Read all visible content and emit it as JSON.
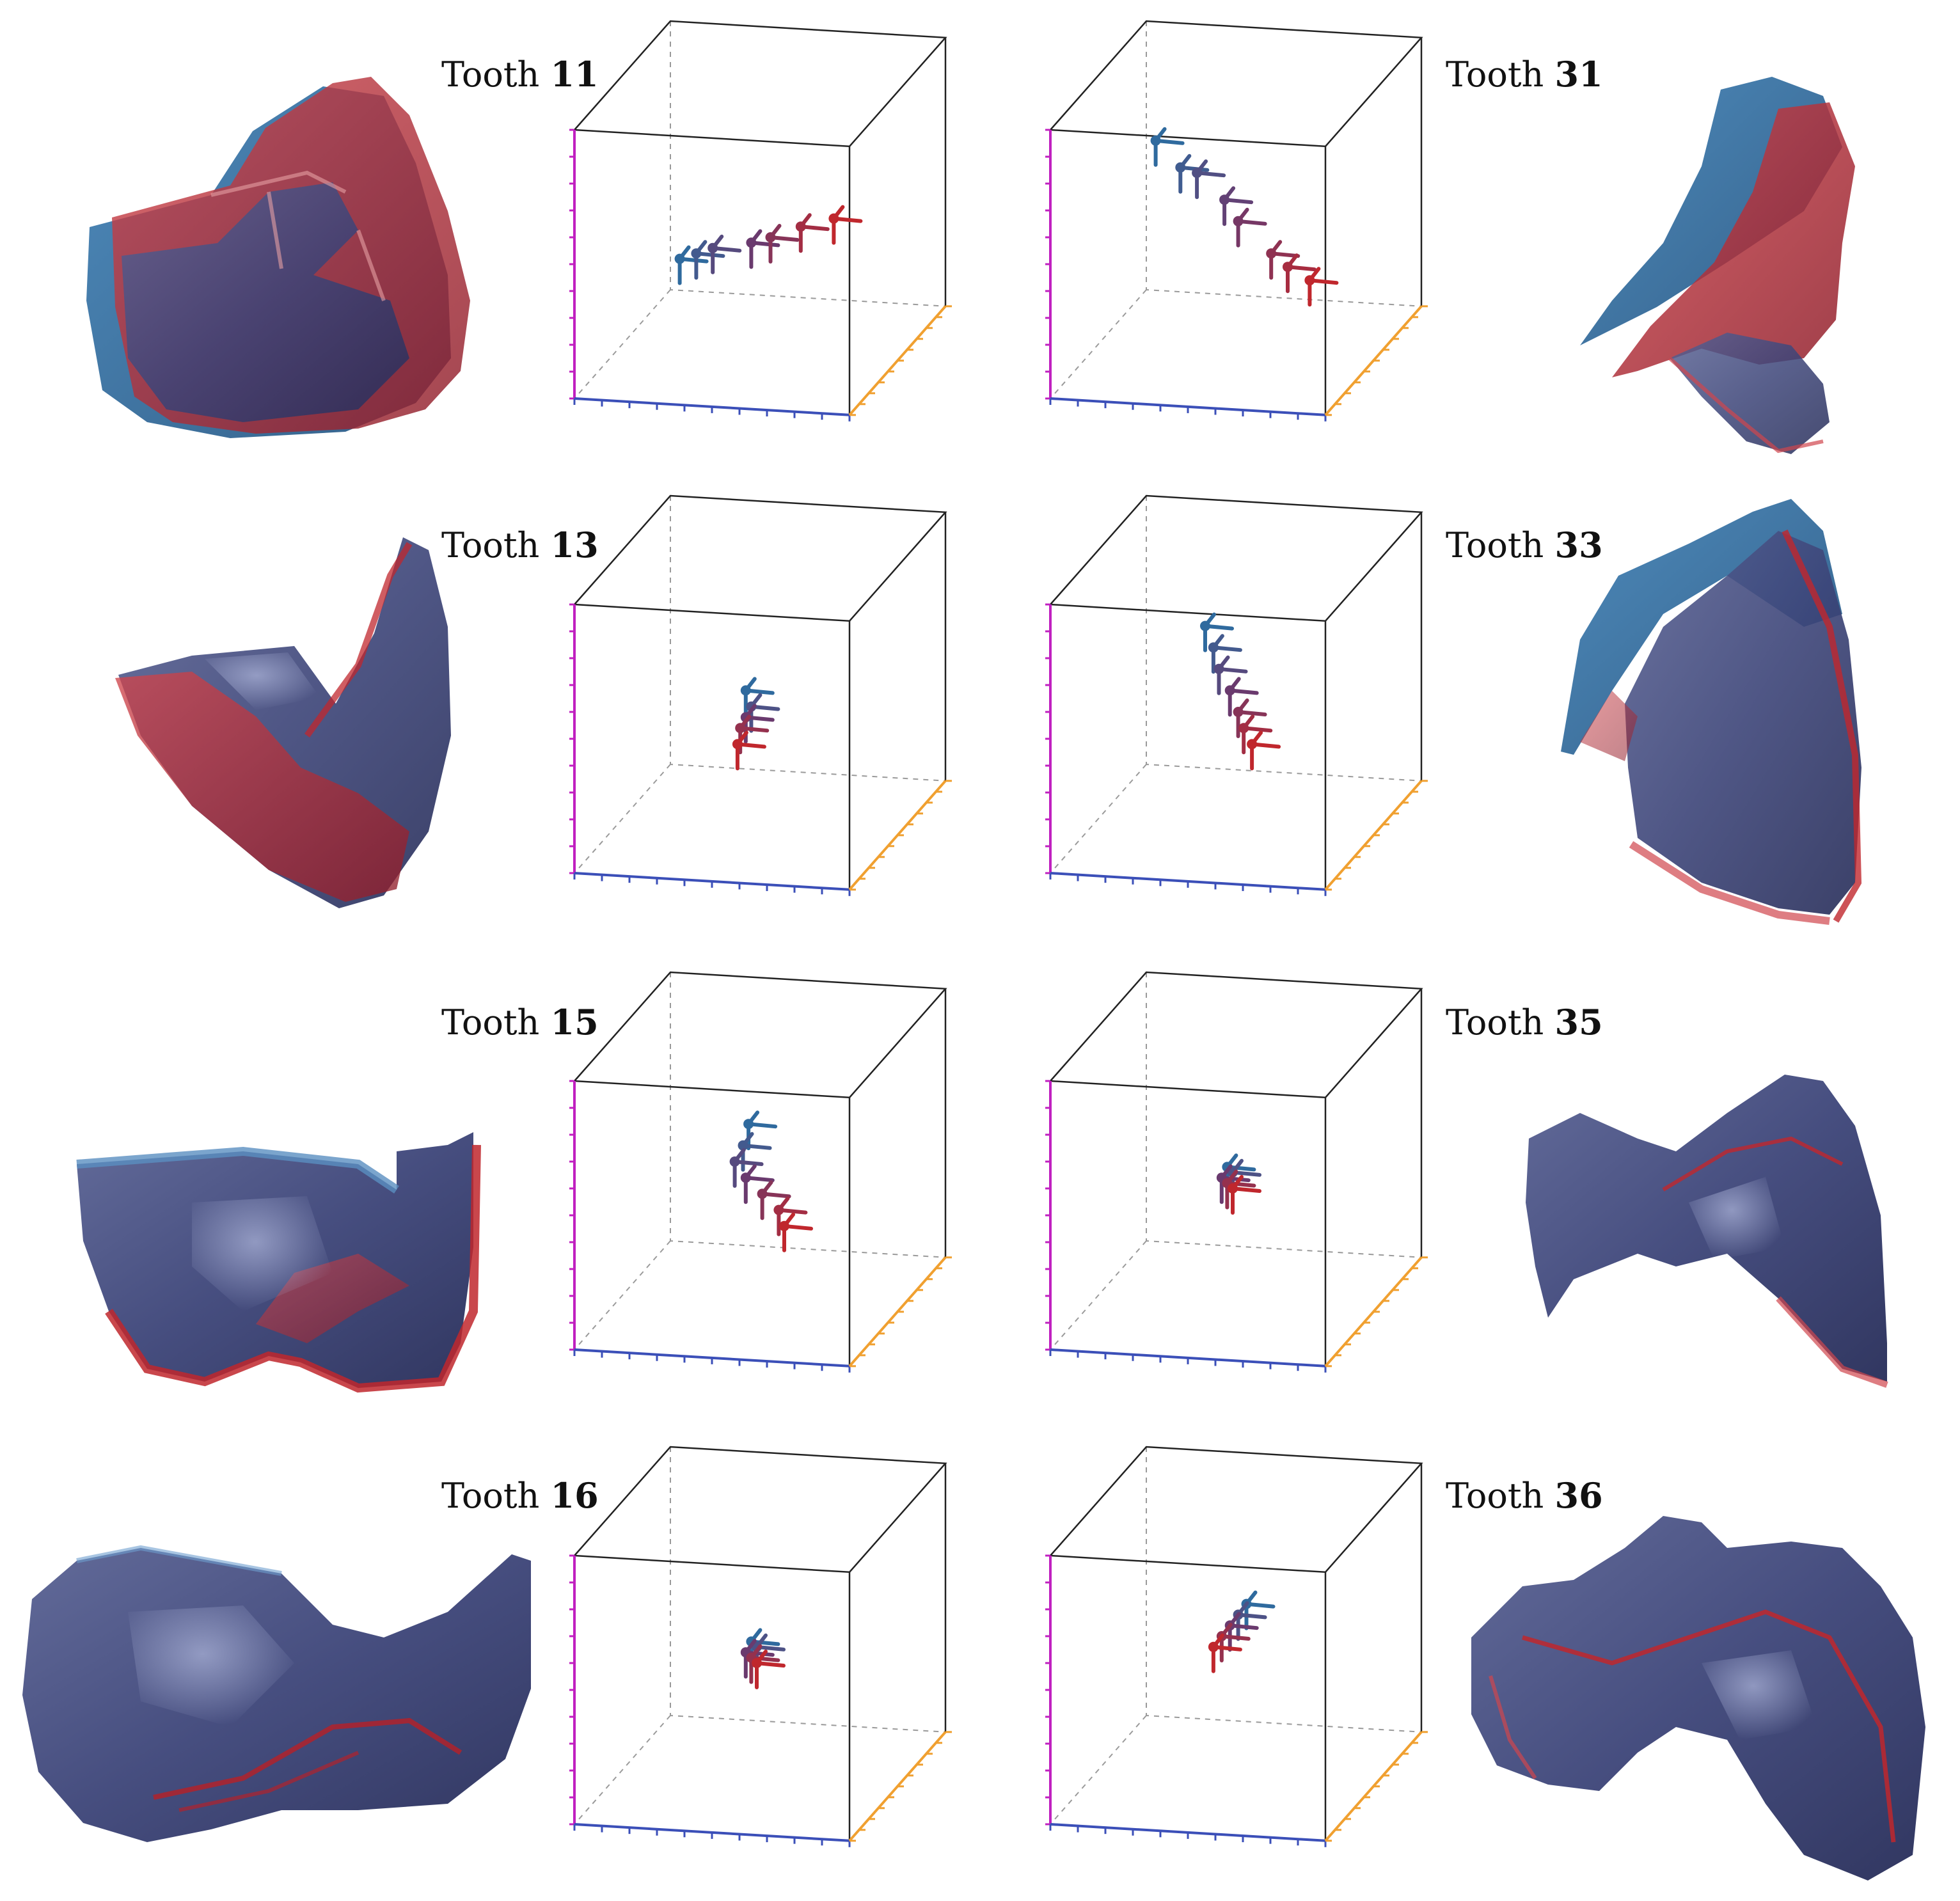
{
  "colors": {
    "blue": "#2f6a9e",
    "navy": "#2e3566",
    "red": "#c0272d",
    "purple": "#6a3a6e",
    "axis_x": "#3b4fb8",
    "axis_y": "#c020c0",
    "axis_z": "#f0a030",
    "box": "#222222",
    "box_dashed": "#9a9a9a"
  },
  "label_prefix": "Tooth",
  "rows": [
    {
      "left": {
        "label_number": "11",
        "trajectory_shape": "diagonal-right",
        "mesh_shape": "box-crown"
      },
      "right": {
        "label_number": "31",
        "trajectory_shape": "diagonal-down-long",
        "mesh_shape": "incisor-fan"
      }
    },
    {
      "left": {
        "label_number": "13",
        "trajectory_shape": "short-diagonal",
        "mesh_shape": "canine-fold"
      },
      "right": {
        "label_number": "33",
        "trajectory_shape": "steep-diagonal",
        "mesh_shape": "canine-shield"
      }
    },
    {
      "left": {
        "label_number": "15",
        "trajectory_shape": "zigzag-down",
        "mesh_shape": "premolar-saddle"
      },
      "right": {
        "label_number": "35",
        "trajectory_shape": "tight-cluster",
        "mesh_shape": "premolar-arch"
      }
    },
    {
      "left": {
        "label_number": "16",
        "trajectory_shape": "tight-cluster",
        "mesh_shape": "molar-wide"
      },
      "right": {
        "label_number": "36",
        "trajectory_shape": "fan-cluster",
        "mesh_shape": "molar-arch"
      }
    }
  ]
}
